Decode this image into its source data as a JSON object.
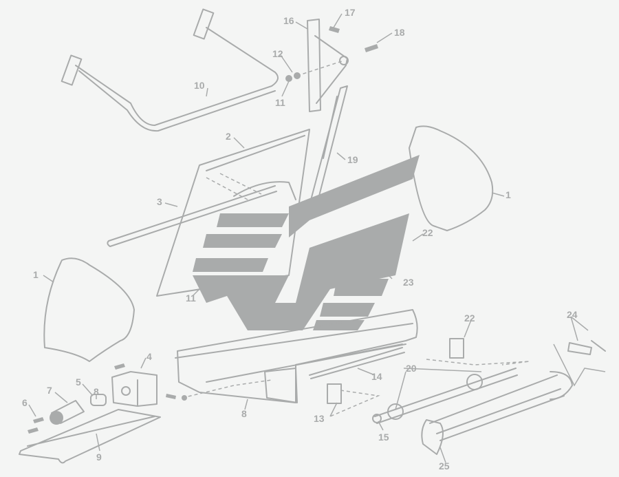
{
  "diagram": {
    "type": "exploded-parts-view",
    "colors": {
      "background": "#f4f5f4",
      "line": "#a9abab"
    },
    "callouts": {
      "c16": "16",
      "c17": "17",
      "c18": "18",
      "c12": "12",
      "c11a": "11",
      "c10": "10",
      "c2": "2",
      "c19": "19",
      "c1a": "1",
      "c3": "3",
      "c22a": "22",
      "c1b": "1",
      "c11b": "11",
      "c23": "23",
      "c4": "4",
      "c7": "7",
      "c5": "5",
      "c8a": "8",
      "c6": "6",
      "c8b": "8",
      "c14": "14",
      "c20": "20",
      "c22b": "22",
      "c24": "24",
      "c13": "13",
      "c15": "15",
      "c9": "9",
      "c25": "25"
    }
  }
}
